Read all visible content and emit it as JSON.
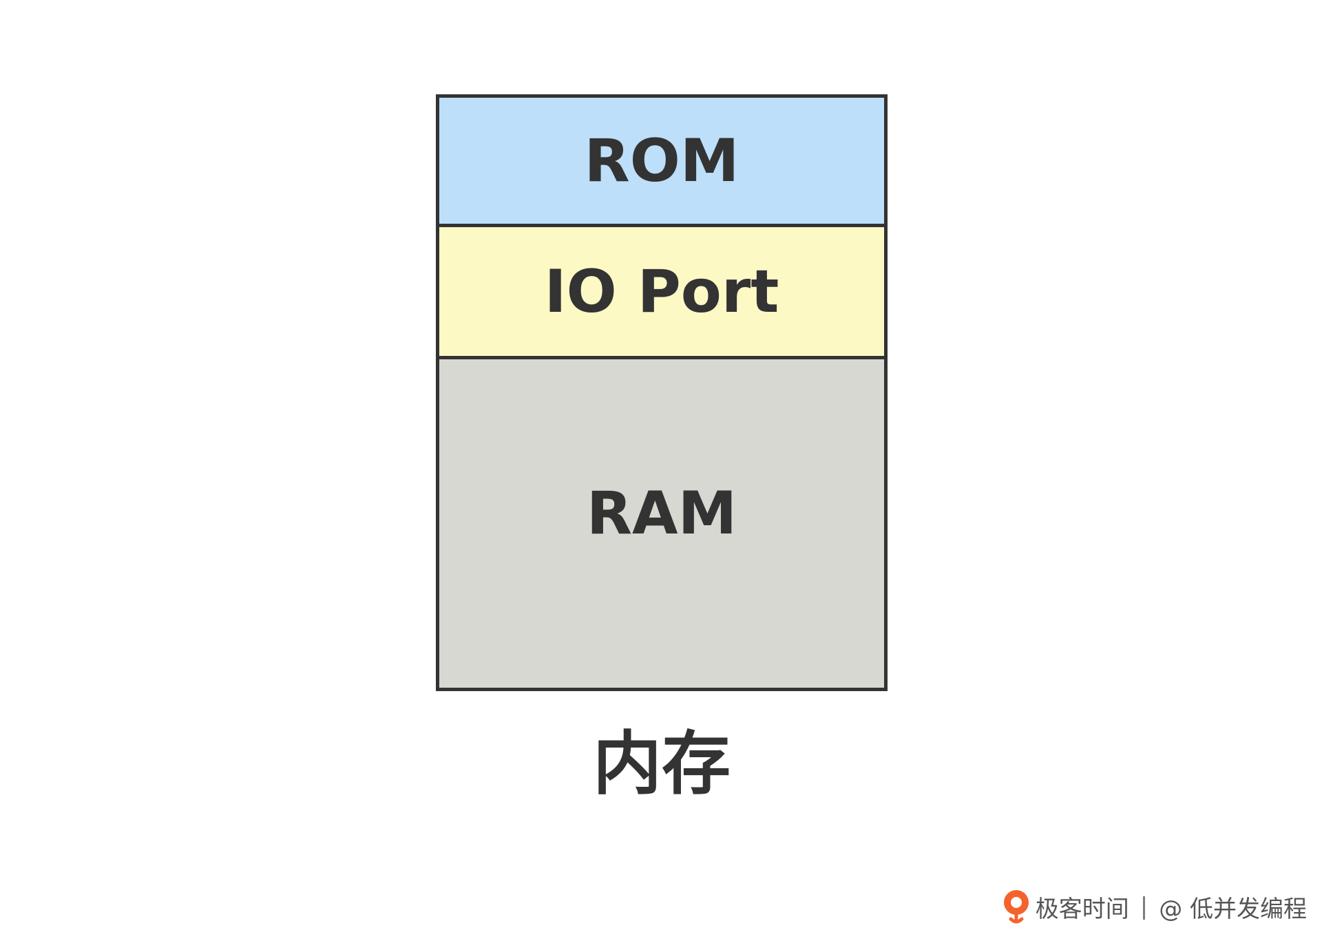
{
  "diagram": {
    "segments": [
      {
        "label": "ROM",
        "color": "#bddff9"
      },
      {
        "label": "IO Port",
        "color": "#fdf9c5"
      },
      {
        "label": "RAM",
        "color": "#d8d8d2"
      }
    ],
    "caption": "内存"
  },
  "watermark": {
    "logo_icon": "geektime-logo-icon",
    "brand": "极客时间",
    "separator": "|",
    "author": "@ 低并发编程",
    "accent_color": "#f5632c"
  }
}
